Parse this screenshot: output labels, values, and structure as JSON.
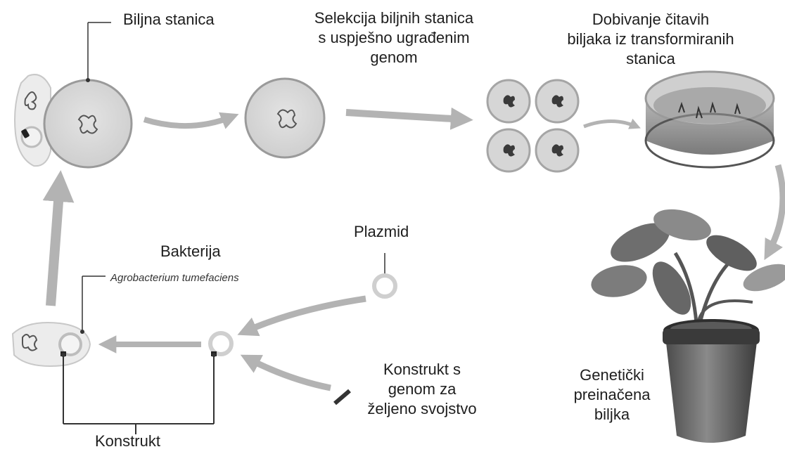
{
  "labels": {
    "plant_cell": "Biljna stanica",
    "selection": [
      "Selekcija biljnih stanica",
      "s uspješno ugrađenim",
      "genom"
    ],
    "regeneration": [
      "Dobivanje čitavih",
      "biljaka iz transformiranih",
      "stanica"
    ],
    "plasmid": "Plazmid",
    "bacterium": "Bakterija",
    "bacterium_species": "Agrobacterium tumefaciens",
    "construct_gene": [
      "Konstrukt s",
      "genom za",
      "željeno svojstvo"
    ],
    "gm_plant": [
      "Genetički",
      "preinačena",
      "biljka"
    ],
    "construct": "Konstrukt"
  }
}
